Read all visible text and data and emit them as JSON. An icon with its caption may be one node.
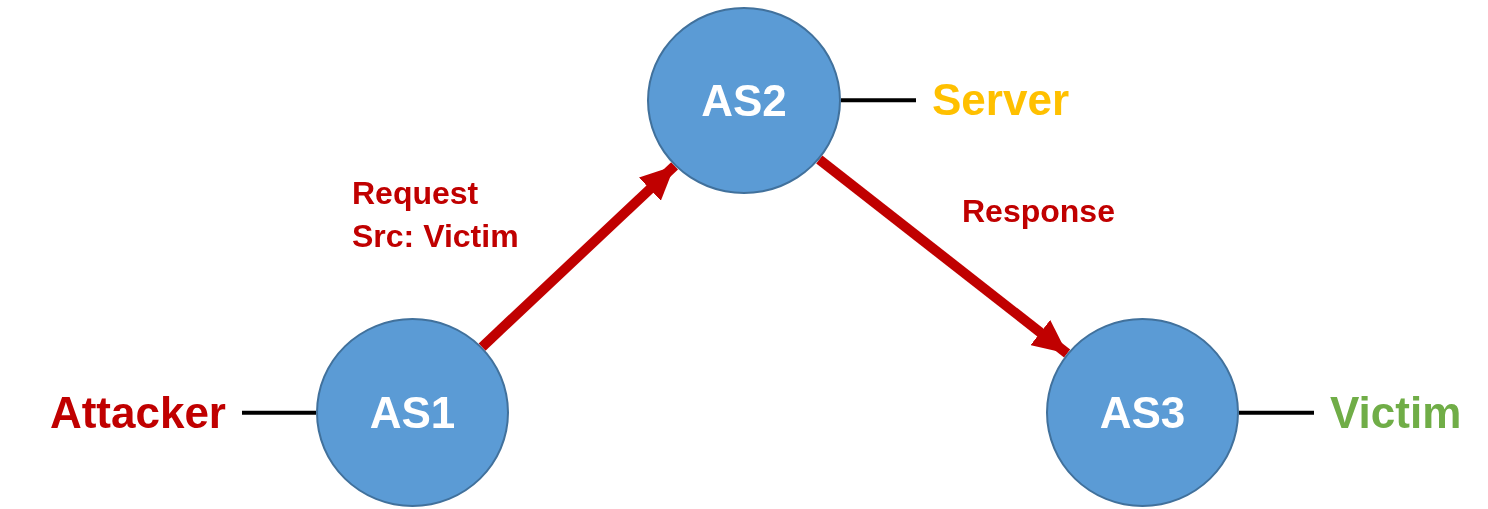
{
  "diagram": {
    "nodes": [
      {
        "text": [
          "Attacker"
        ]
      },
      {
        "text": [
          "AS1"
        ]
      },
      {
        "text": [
          "AS2"
        ]
      },
      {
        "text": [
          "Server"
        ]
      },
      {
        "text": [
          "AS3"
        ]
      },
      {
        "text": [
          "Victim"
        ]
      }
    ],
    "edges": [
      {
        "from": 0,
        "to": 1,
        "arrow": "none"
      },
      {
        "from": 1,
        "to": 2,
        "arrow": "to",
        "label": "Request Src: Victim",
        "style": "thick",
        "color": "#c00000"
      },
      {
        "from": 2,
        "to": 3,
        "arrow": "none"
      },
      {
        "from": 2,
        "to": 4,
        "arrow": "to",
        "label": "Response",
        "style": "thick",
        "color": "#c00000"
      },
      {
        "from": 4,
        "to": 5,
        "arrow": "none"
      }
    ]
  }
}
